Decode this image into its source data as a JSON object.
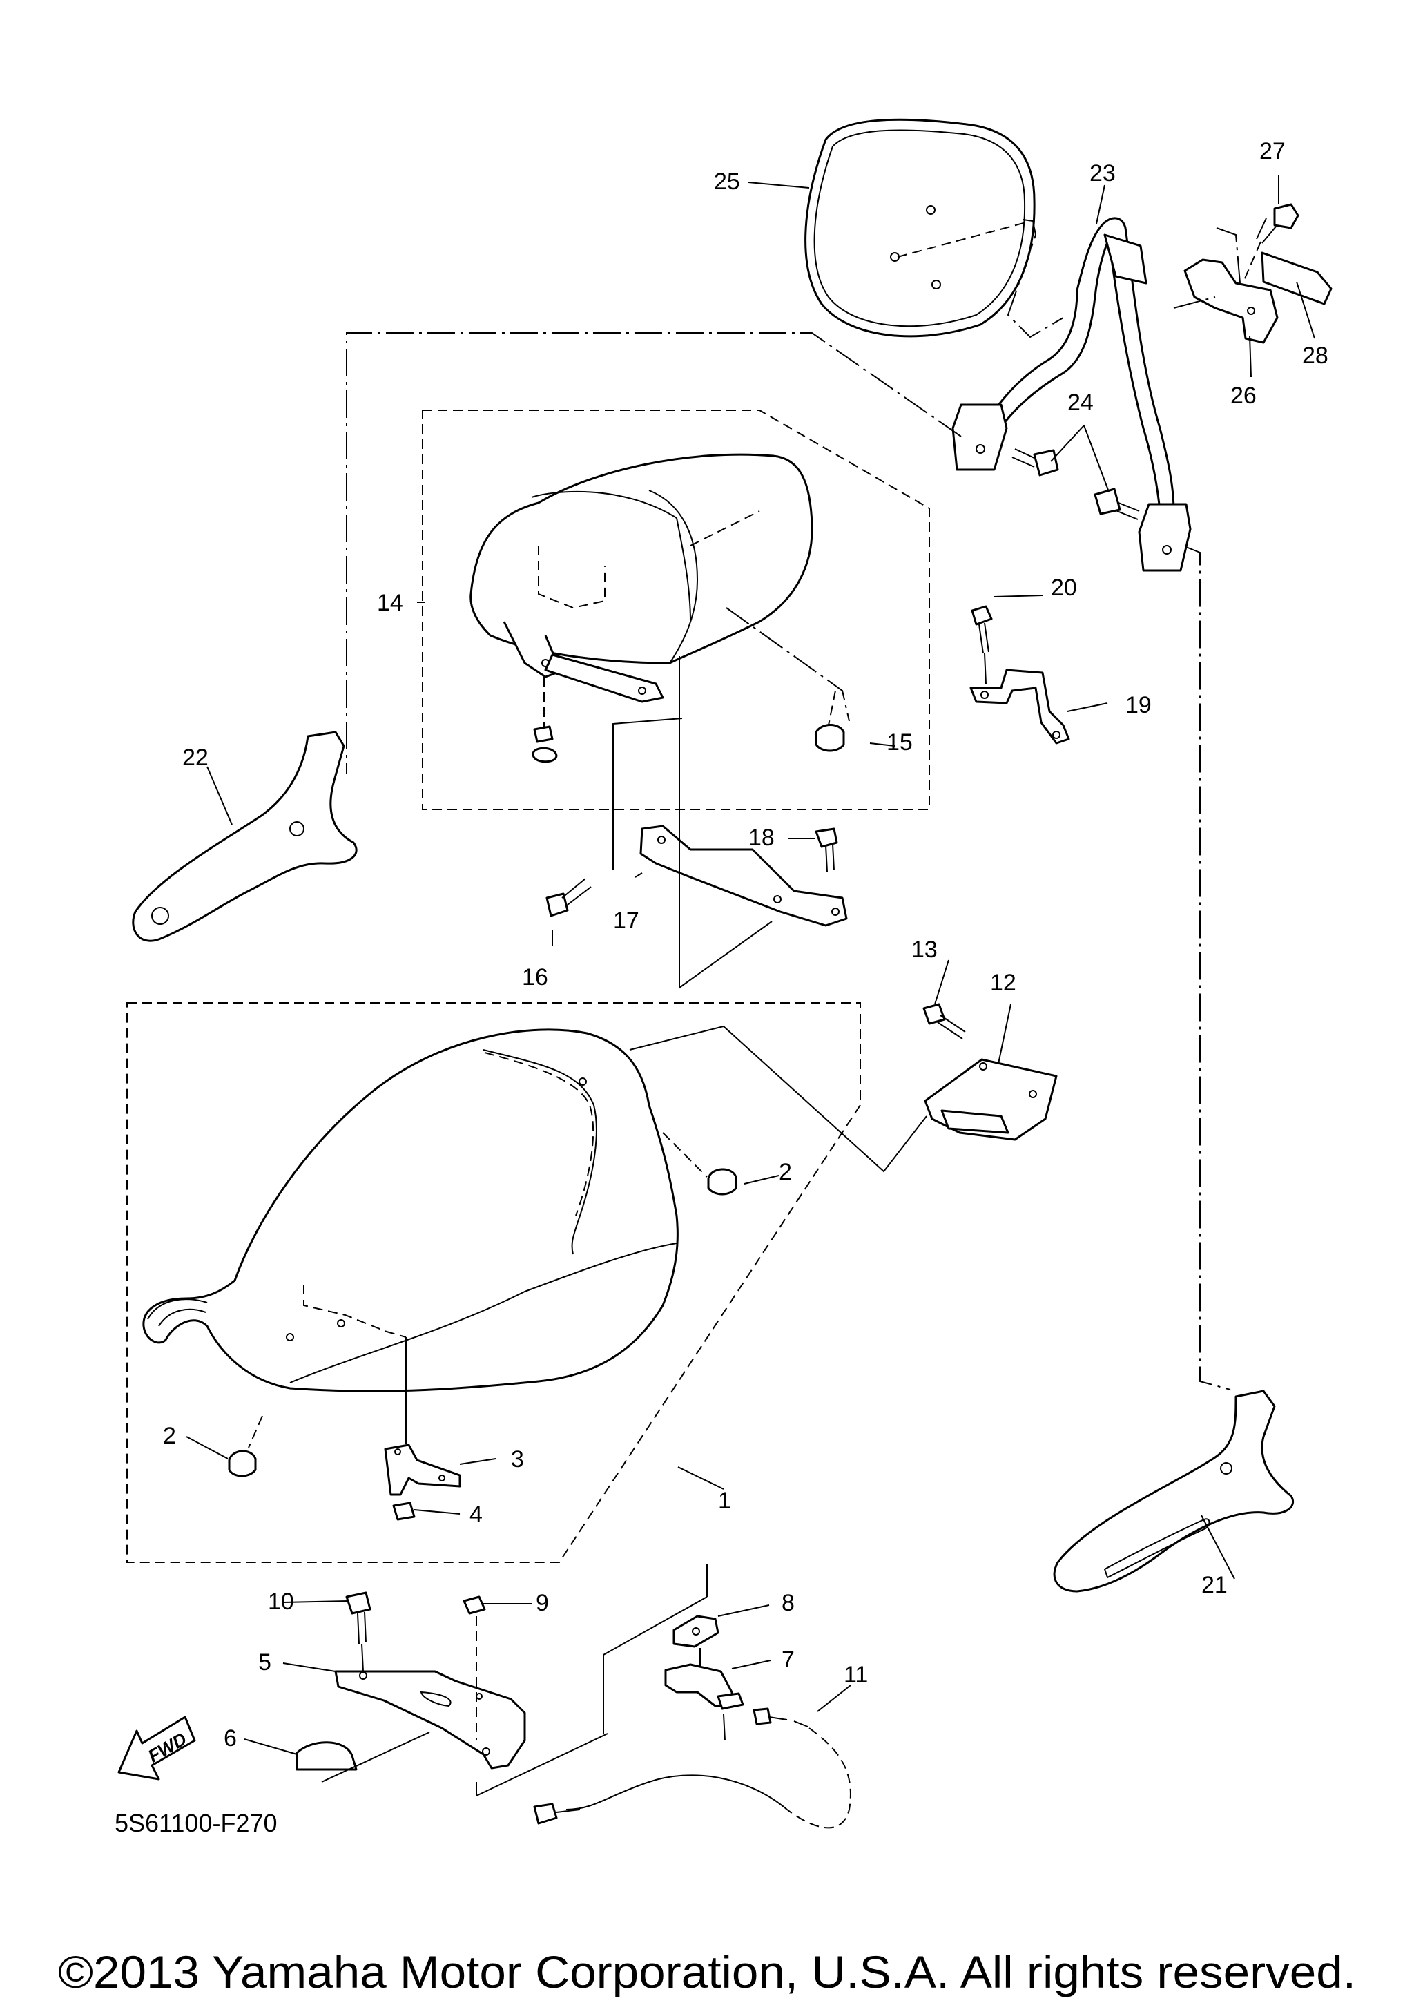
{
  "diagram": {
    "callouts": [
      {
        "id": "1",
        "text": "1"
      },
      {
        "id": "2a",
        "text": "2"
      },
      {
        "id": "2b",
        "text": "2"
      },
      {
        "id": "3",
        "text": "3"
      },
      {
        "id": "4",
        "text": "4"
      },
      {
        "id": "5",
        "text": "5"
      },
      {
        "id": "6",
        "text": "6"
      },
      {
        "id": "7",
        "text": "7"
      },
      {
        "id": "8",
        "text": "8"
      },
      {
        "id": "9",
        "text": "9"
      },
      {
        "id": "10",
        "text": "10"
      },
      {
        "id": "11",
        "text": "11"
      },
      {
        "id": "12",
        "text": "12"
      },
      {
        "id": "13",
        "text": "13"
      },
      {
        "id": "14",
        "text": "14"
      },
      {
        "id": "15",
        "text": "15"
      },
      {
        "id": "16",
        "text": "16"
      },
      {
        "id": "17",
        "text": "17"
      },
      {
        "id": "18",
        "text": "18"
      },
      {
        "id": "19",
        "text": "19"
      },
      {
        "id": "20",
        "text": "20"
      },
      {
        "id": "21",
        "text": "21"
      },
      {
        "id": "22",
        "text": "22"
      },
      {
        "id": "23",
        "text": "23"
      },
      {
        "id": "24",
        "text": "24"
      },
      {
        "id": "25",
        "text": "25"
      },
      {
        "id": "26",
        "text": "26"
      },
      {
        "id": "27",
        "text": "27"
      },
      {
        "id": "28",
        "text": "28"
      }
    ],
    "fwd_label": "FWD",
    "diagram_code": "5S61100-F270",
    "copyright": "©2013 Yamaha Motor Corporation, U.S.A. All rights reserved."
  }
}
